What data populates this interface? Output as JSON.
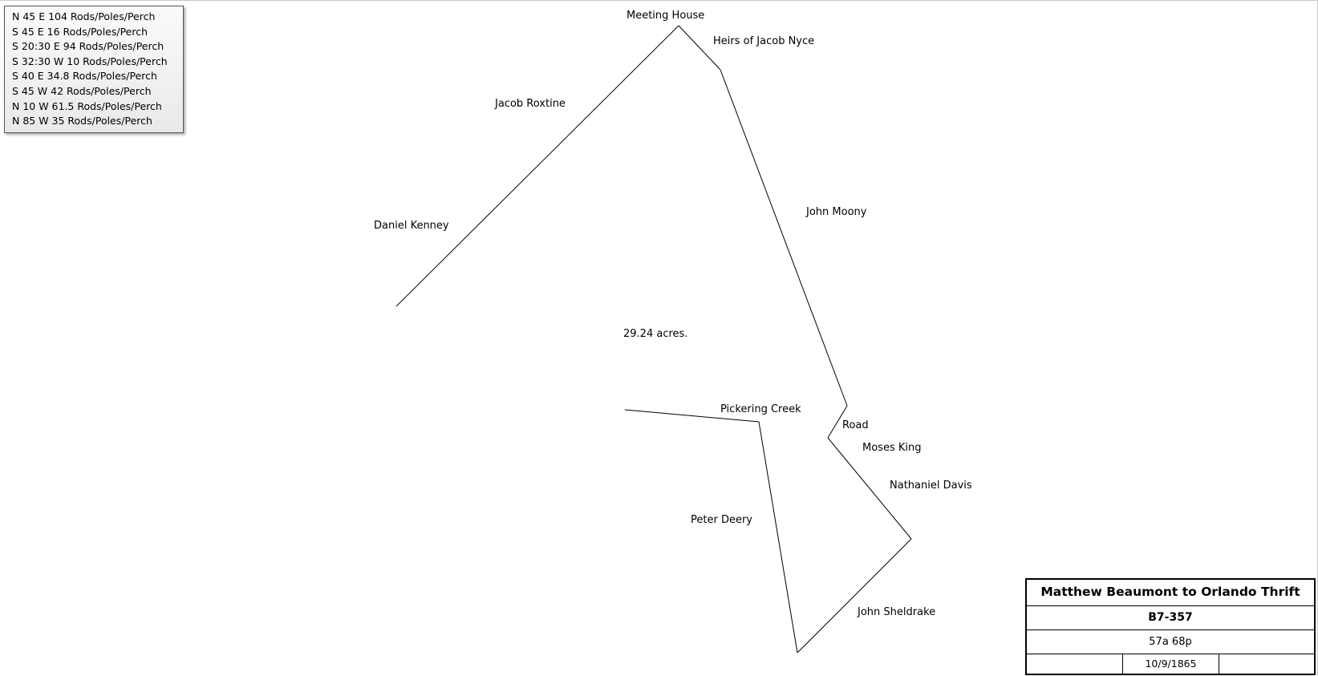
{
  "calls": [
    "N 45 E 104 Rods/Poles/Perch",
    "S 45 E 16 Rods/Poles/Perch",
    "S 20:30 E 94 Rods/Poles/Perch",
    "S 32:30 W 10 Rods/Poles/Perch",
    "S 40 E 34.8 Rods/Poles/Perch",
    "S 45 W 42 Rods/Poles/Perch",
    "N 10 W 61.5 Rods/Poles/Perch",
    "N 85 W 35 Rods/Poles/Perch"
  ],
  "adjoiners": {
    "meeting_house": "Meeting House",
    "heirs_jacob_nyce": "Heirs of Jacob Nyce",
    "jacob_roxtine": "Jacob Roxtine",
    "daniel_kenney": "Daniel Kenney",
    "john_moony": "John Moony",
    "road": "Road",
    "moses_king": "Moses King",
    "nathaniel_davis": "Nathaniel Davis",
    "pickering_creek": "Pickering Creek",
    "peter_deery": "Peter Deery",
    "john_sheldrake": "John Sheldrake"
  },
  "area_label": "29.24 acres.",
  "title_block": {
    "title": "Matthew Beaumont to Orlando Thrift",
    "book_page": "B7-357",
    "area": "57a 68p",
    "date": "10/9/1865",
    "cell_left": "",
    "cell_right": ""
  },
  "colors": {
    "line": "#000000",
    "background": "#ffffff"
  }
}
